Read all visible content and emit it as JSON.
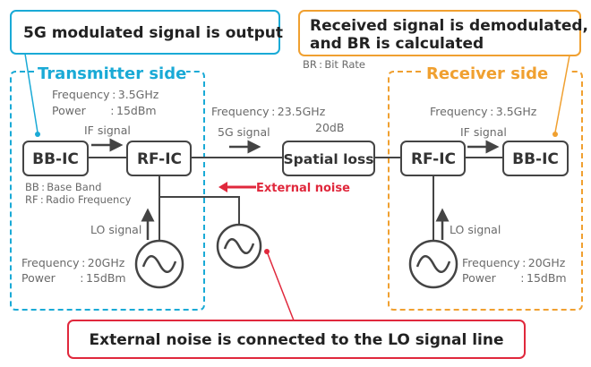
{
  "colors": {
    "transmitter": "#1aaad6",
    "receiver": "#f0a030",
    "noise": "#e0283c",
    "line": "#444444",
    "label": "#6a6a6a"
  },
  "callouts": {
    "transmitter": "5G modulated signal is output",
    "receiver_line1": "Received signal is demodulated,",
    "receiver_line2": "and BR is calculated",
    "noise": "External noise is connected to the LO signal line"
  },
  "notes": {
    "br": "BR : Bit Rate",
    "bb": "BB : Base Band",
    "rf": "RF : Radio Frequency"
  },
  "transmitter": {
    "title": "Transmitter side",
    "if_freq": "Frequency : 3.5GHz",
    "if_power": "Power   : 15dBm",
    "bb_block": "BB-IC",
    "rf_block": "RF-IC",
    "if_signal": "IF signal",
    "lo_signal": "LO signal",
    "lo_freq": "Frequency : 20GHz",
    "lo_power": "Power   : 15dBm",
    "lo_source_icon": "sine-wave-source-icon"
  },
  "channel": {
    "freq": "Frequency : 23.5GHz",
    "signal": "5G signal",
    "loss_value": "20dB",
    "loss_block": "Spatial loss",
    "external_noise": "External noise"
  },
  "receiver": {
    "title": "Receiver side",
    "if_freq": "Frequency : 3.5GHz",
    "rf_block": "RF-IC",
    "bb_block": "BB-IC",
    "if_signal": "IF signal",
    "lo_signal": "LO signal",
    "lo_freq": "Frequency : 20GHz",
    "lo_power": "Power   : 15dBm",
    "lo_source_icon": "sine-wave-source-icon"
  },
  "noise_source_icon": "sine-wave-source-icon"
}
